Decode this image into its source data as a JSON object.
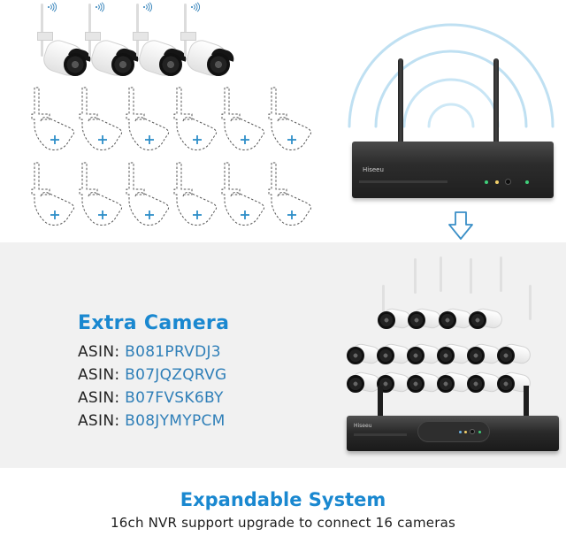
{
  "extra_camera": {
    "title": "Extra Camera",
    "label": "ASIN:",
    "asins": [
      "B081PRVDJ3",
      "B07JQZQRVG",
      "B07FVSK6BY",
      "B08JYMYPCM"
    ]
  },
  "nvr": {
    "brand_top": "Hiseeu",
    "brand_bottom": "Hiseeu"
  },
  "footer": {
    "title": "Expandable System",
    "subtitle": "16ch NVR support upgrade to connect 16 cameras"
  },
  "icons": {
    "wifi": "wifi-signal-icon",
    "arrow": "arrow-down-icon",
    "plus": "plus-icon"
  },
  "colors": {
    "accent_blue": "#1a88d0",
    "asin_blue": "#2f7fb8",
    "band_gray": "#f1f1f1",
    "led_green": "#3fd07a",
    "led_amber": "#f2d06a"
  }
}
